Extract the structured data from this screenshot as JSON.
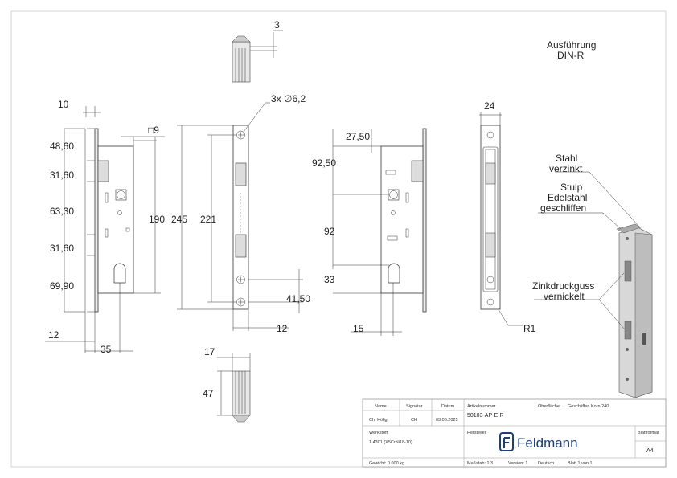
{
  "variant": {
    "line1": "Ausführung",
    "line2": "DIN-R"
  },
  "dims": {
    "d3": "3",
    "d10": "10",
    "d24": "24",
    "holes": "3x ∅6,2",
    "d9": "□9",
    "d4860": "48,60",
    "d3160a": "31,60",
    "d6330": "63,30",
    "d3160b": "31,60",
    "d6990": "69,90",
    "d190": "190",
    "d245": "245",
    "d221": "221",
    "d2750": "27,50",
    "d9250": "92,50",
    "d92": "92",
    "d33": "33",
    "d4150": "41,50",
    "d12a": "12",
    "d12b": "12",
    "d35": "35",
    "d15": "15",
    "r1": "R1",
    "d17": "17",
    "d47": "47"
  },
  "callouts": {
    "stahl1": "Stahl",
    "stahl2": "verzinkt",
    "stulp1": "Stulp",
    "stulp2": "Edelstahl",
    "stulp3": "geschliffen",
    "zink1": "Zinkdruckguss",
    "zink2": "vernickelt"
  },
  "titleblock": {
    "h_name": "Name",
    "h_signatur": "Signatur",
    "h_datum": "Datum",
    "v_name": "Ch. Hölig",
    "v_signatur": "CH",
    "v_datum": "03.06.2025",
    "h_artikel": "Artikelnummer",
    "v_artikel": "50103-AP-E-R",
    "h_oberflaeche": "Oberfläche:",
    "v_oberflaeche": "Geschliffen Korn 240",
    "h_werkstoff": "Werkstoff:",
    "v_werkstoff": "1.4301 (X5CrNi18-10)",
    "h_hersteller": "Hersteller",
    "logo_text": "Feldmann",
    "h_blattformat": "Blattformat",
    "v_blattformat": "A4",
    "gewicht": "Gewicht: 0.000 kg",
    "massstab": "Maßstab: 1:3",
    "version": "Version: 1",
    "sprache": "Deutsch",
    "blatt": "Blatt 1 von 1"
  }
}
